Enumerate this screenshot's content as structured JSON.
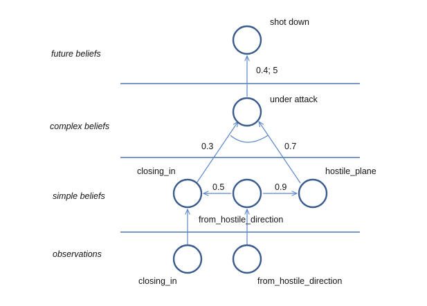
{
  "layers": {
    "future": "future beliefs",
    "complex": "complex beliefs",
    "simple": "simple beliefs",
    "observations": "observations"
  },
  "nodes": {
    "shot_down": "shot down",
    "under_attack": "under attack",
    "closing_in": "closing_in",
    "hostile_plane": "hostile_plane",
    "from_hostile_direction": "from_hostile_direction",
    "obs_closing_in": "closing_in",
    "obs_from_hostile_direction": "from_hostile_direction"
  },
  "edges": {
    "under_attack_to_shot_down": "0.4; 5",
    "closing_in_to_under_attack": "0.3",
    "hostile_plane_to_under_attack": "0.7",
    "from_hostile_direction_to_closing_in": "0.5",
    "from_hostile_direction_to_hostile_plane": "0.9"
  },
  "colors": {
    "node_stroke": "#3a5a8c",
    "edge": "#5b87c8",
    "separator": "#4a74b8"
  }
}
